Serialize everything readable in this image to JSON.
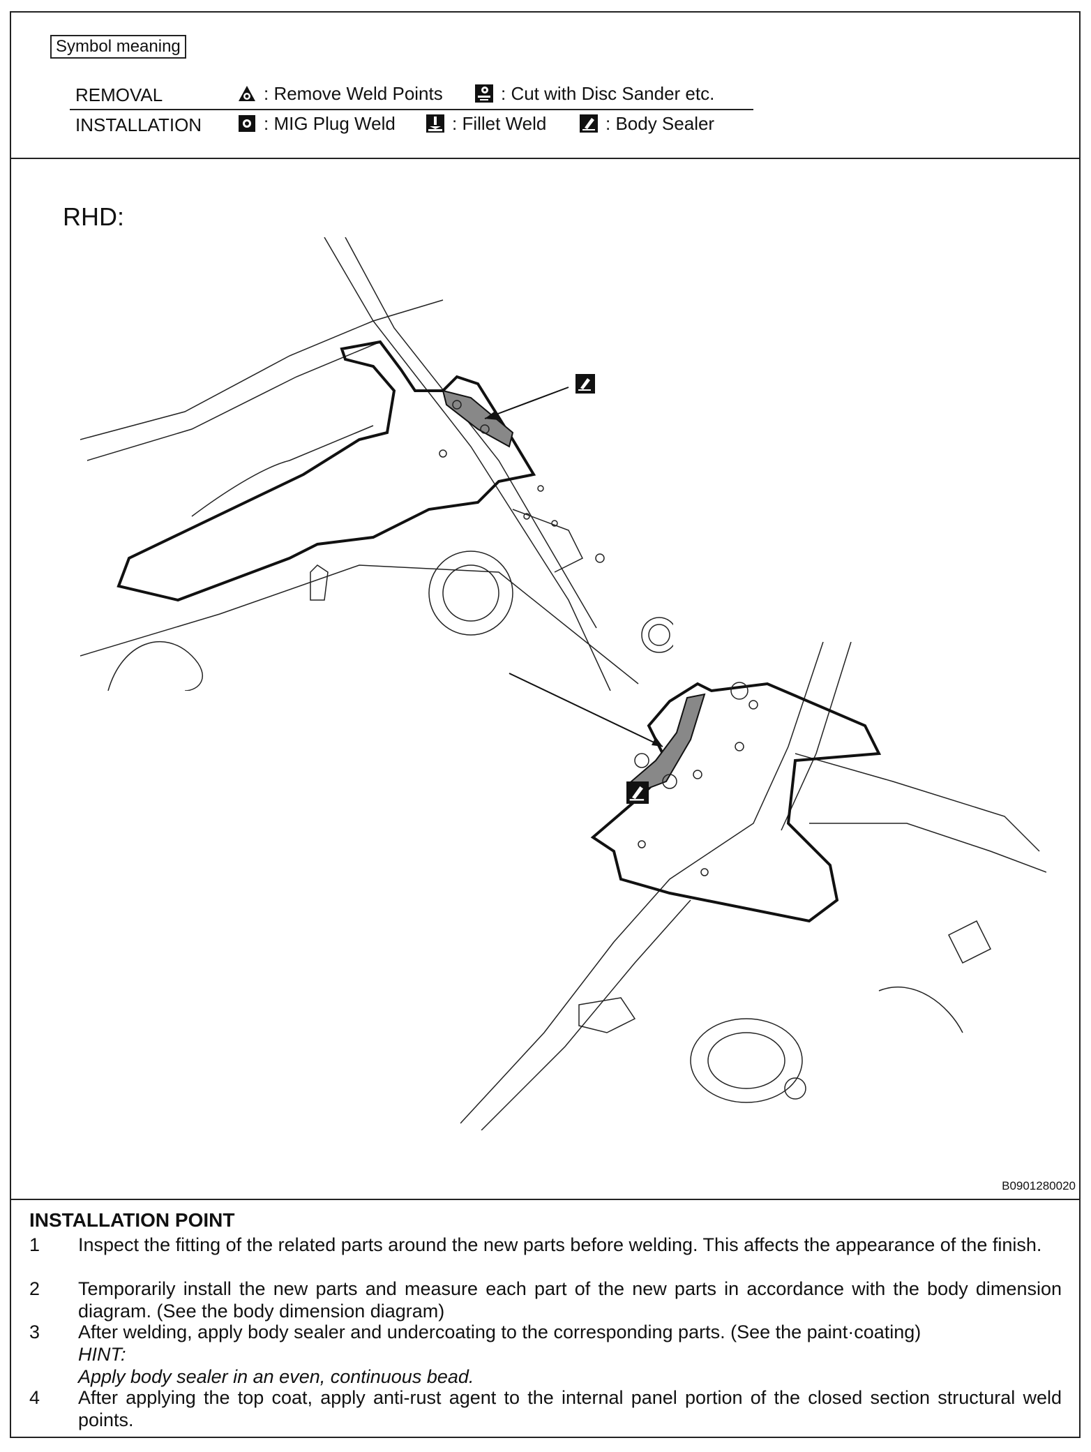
{
  "legend": {
    "title": "Symbol meaning",
    "removal_label": "REMOVAL",
    "installation_label": "INSTALLATION",
    "removal_symbols": [
      {
        "icon": "remove-weld-points-icon",
        "text": ": Remove Weld Points"
      },
      {
        "icon": "disc-sander-icon",
        "text": ": Cut with Disc Sander etc."
      }
    ],
    "installation_symbols": [
      {
        "icon": "mig-plug-weld-icon",
        "text": ": MIG Plug Weld"
      },
      {
        "icon": "fillet-weld-icon",
        "text": ": Fillet Weld"
      },
      {
        "icon": "body-sealer-icon",
        "text": ": Body Sealer"
      }
    ]
  },
  "figure": {
    "label": "RHD:",
    "code": "B0901280020",
    "callout_icon": "body-sealer-icon"
  },
  "installation": {
    "title": "INSTALLATION POINT",
    "steps": [
      {
        "num": "1",
        "text": "Inspect the fitting of the related parts around the new parts before welding. This affects the appearance of the finish."
      },
      {
        "num": "2",
        "text": "Temporarily install the new parts and measure each part of the new parts in accordance with the body dimension diagram. (See the body dimension diagram)"
      },
      {
        "num": "3",
        "text": "After welding, apply body sealer and undercoating to the corresponding parts. (See the paint·coating)",
        "hint_label": "HINT:",
        "hint_text": "Apply body sealer in an even, continuous bead."
      },
      {
        "num": "4",
        "text": "After applying the top coat, apply anti-rust agent to the internal panel portion of the closed section structural weld points."
      }
    ]
  }
}
